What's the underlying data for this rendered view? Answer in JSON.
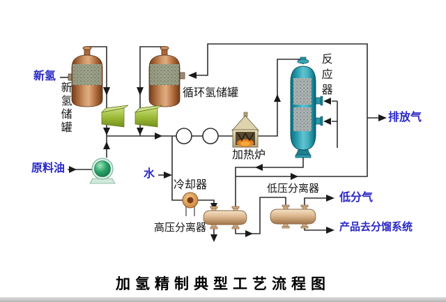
{
  "title": "加氢精制典型工艺流程图",
  "labels": {
    "new_hydrogen": "新氢",
    "new_h2_tank": "新氢储罐",
    "recycle_h2_tank": "循环氢储罐",
    "reactor": "反应器",
    "vent_gas": "排放气",
    "furnace": "加热炉",
    "feed_oil": "原料油",
    "water": "水",
    "cooler": "冷却器",
    "hp_separator": "高压分离器",
    "lp_separator": "低压分离器",
    "lp_gas": "低分气",
    "product": "产品去分馏系统"
  },
  "colors": {
    "stream_label": "#2a28c4",
    "equipment_label": "#141414",
    "pipe": "#2f2f2f",
    "tank_copper": "#b5713d",
    "reactor_teal": "#2c98aa",
    "compressor_green": "#9cb938",
    "pump_green": "#2aa368",
    "separator_tan": "#d9b48c",
    "furnace_beige": "#ded3ad",
    "cooler_orange": "#d28a42"
  }
}
